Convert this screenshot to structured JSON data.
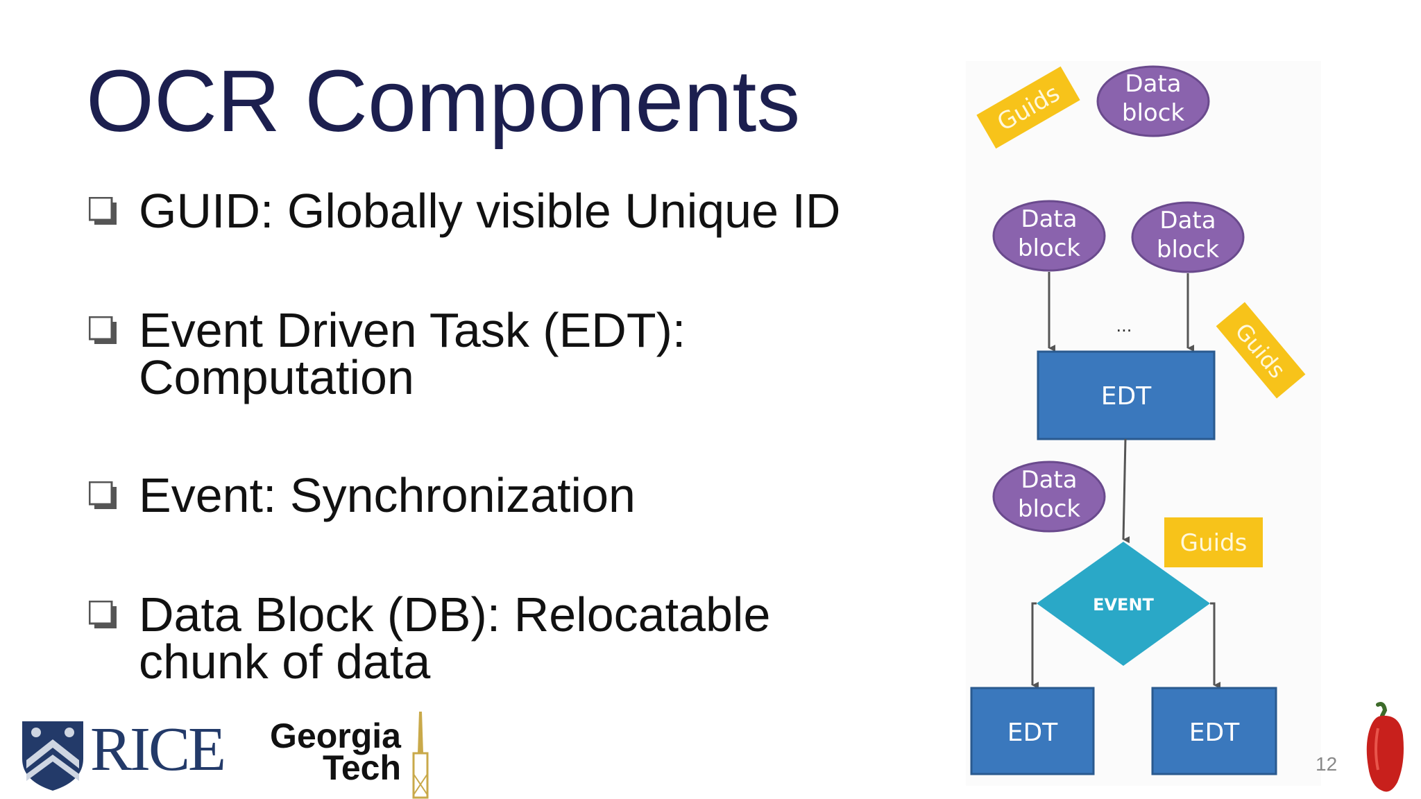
{
  "slide": {
    "title": "OCR Components",
    "bullets": [
      {
        "line1": "GUID: Globally visible Unique ID",
        "line2": ""
      },
      {
        "line1": "Event Driven Task (EDT):",
        "line2": "Computation"
      },
      {
        "line1": "Event: Synchronization",
        "line2": ""
      },
      {
        "line1": "Data Block (DB): Relocatable",
        "line2": "chunk of data"
      }
    ],
    "page_number": "12"
  },
  "diagram": {
    "guids_label": "Guids",
    "data_block_line1": "Data",
    "data_block_line2": "block",
    "ellipsis": "...",
    "edt_label": "EDT",
    "event_label": "EVENT"
  },
  "logos": {
    "rice": "RICE",
    "gt_line1": "Georgia",
    "gt_line2": "Tech"
  },
  "colors": {
    "title": "#1c1f4f",
    "edt_fill": "#3a78bd",
    "data_block_fill": "#8a63ad",
    "guids_fill": "#f7c31a",
    "event_fill": "#2aa8c7"
  }
}
